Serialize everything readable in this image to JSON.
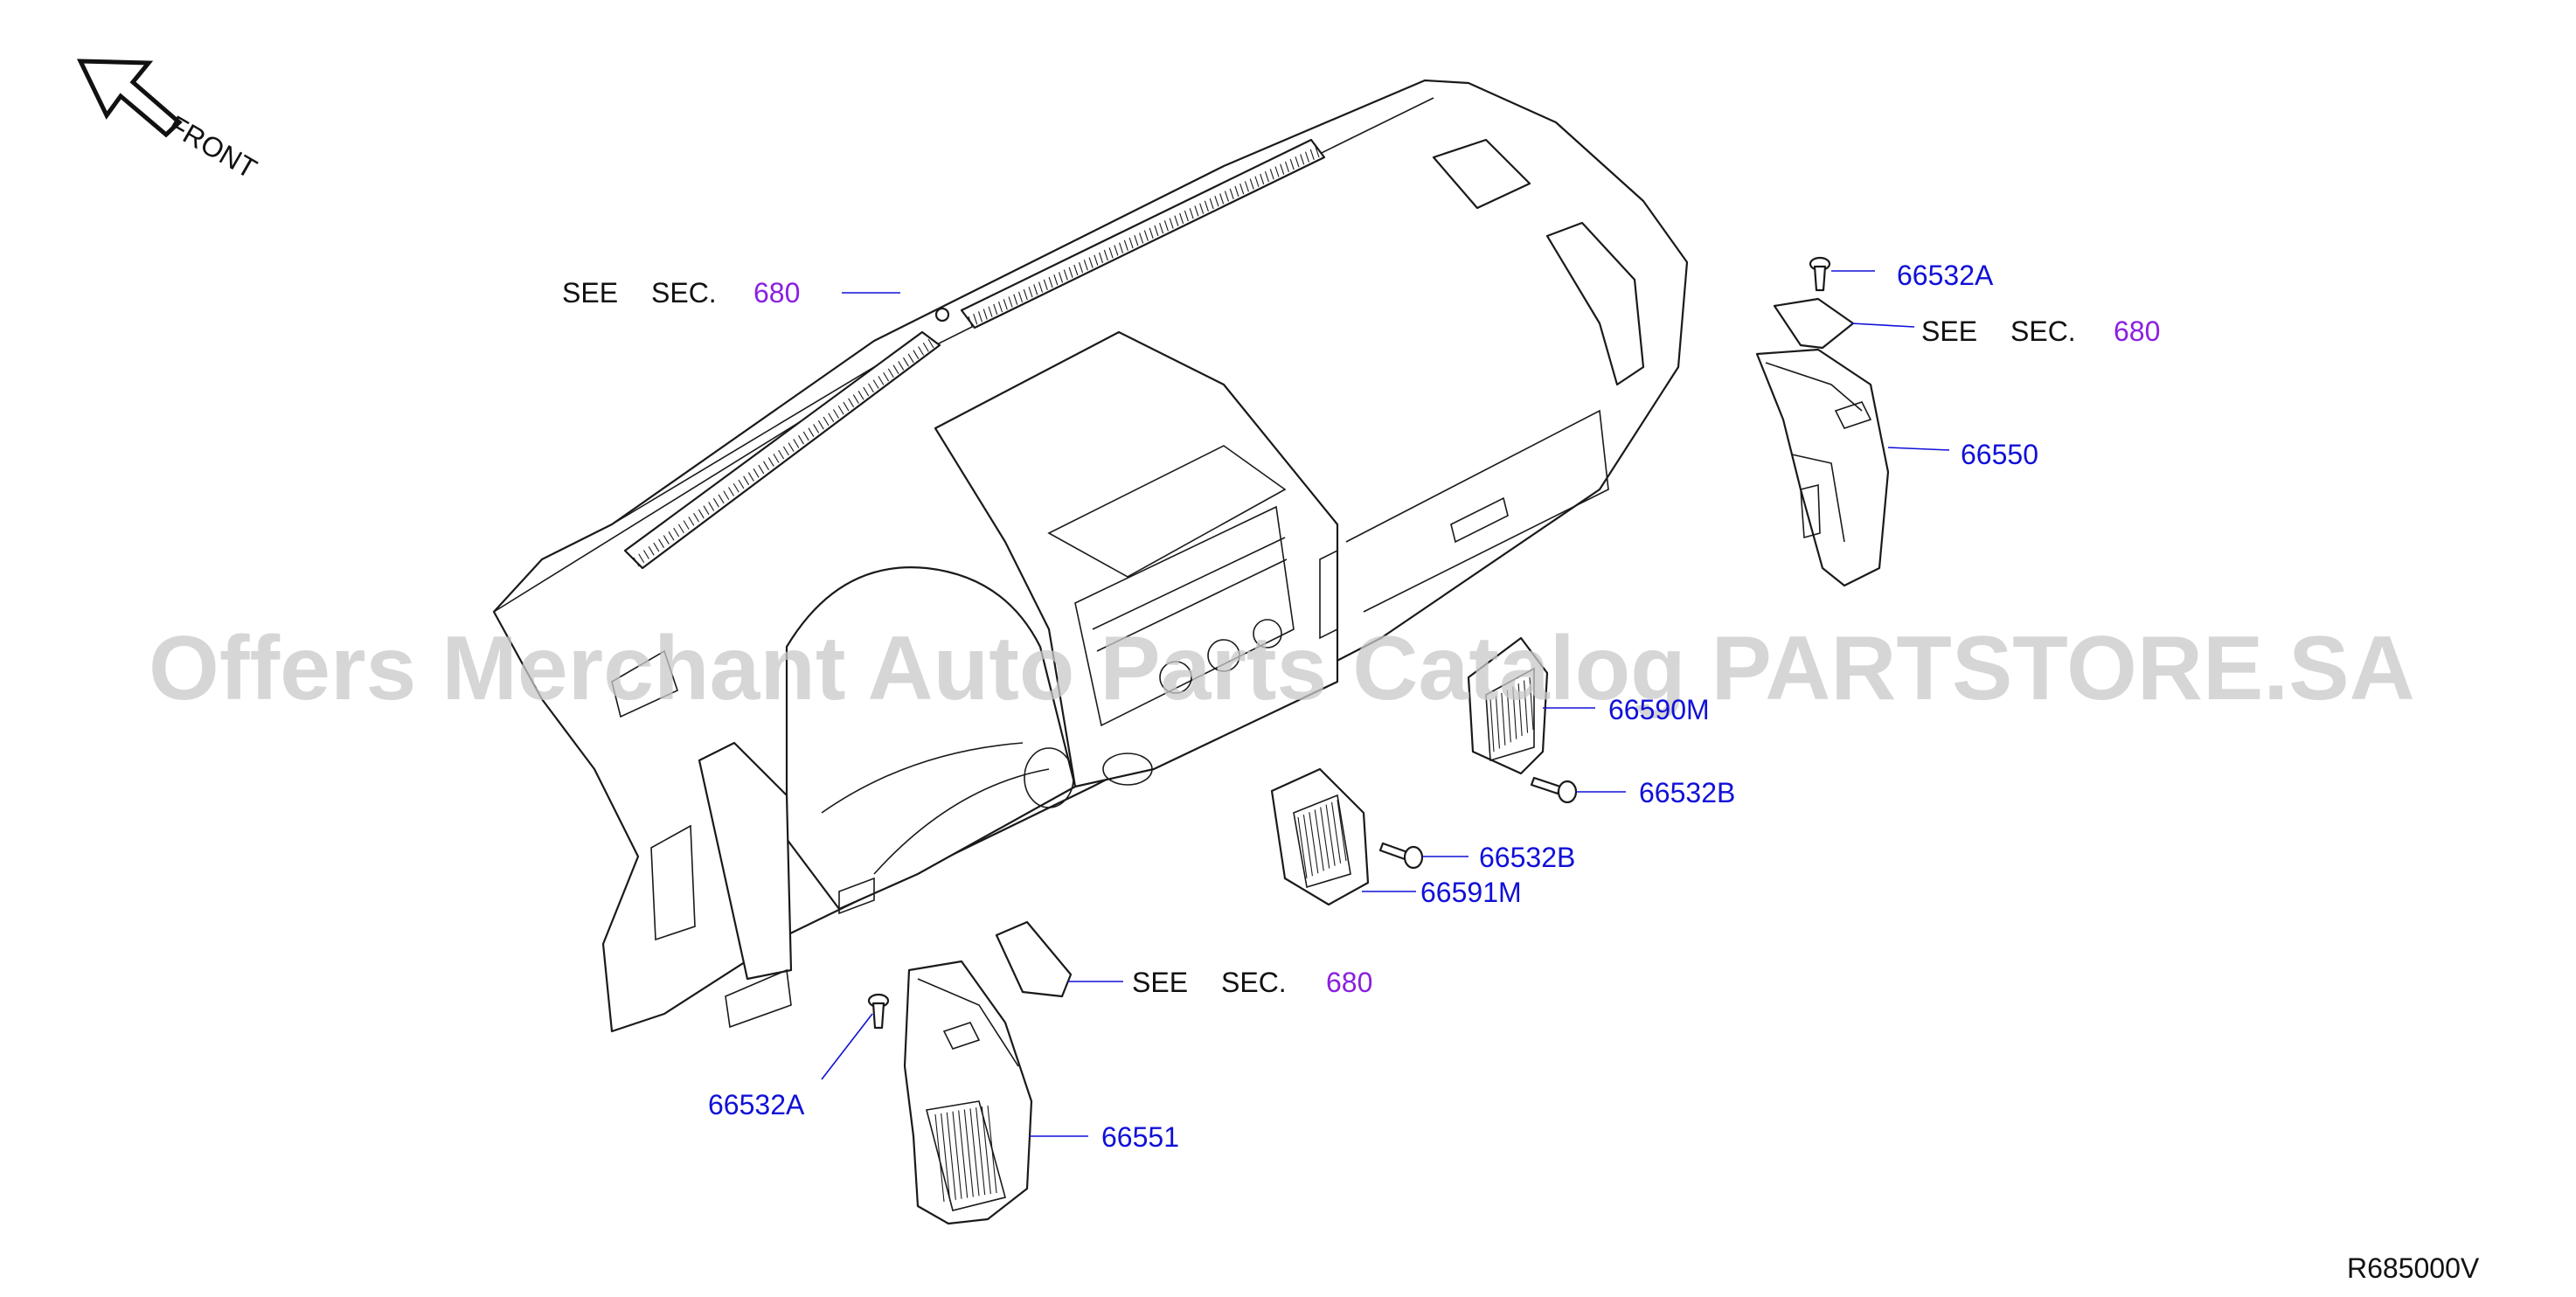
{
  "front_label": "FRONT",
  "watermark": "Offers Merchant Auto Parts Catalog PARTSTORE.SA",
  "diagram_code": "R685000V",
  "see_sec_word": "SEE",
  "see_sec_abbr": "SEC.",
  "callouts": {
    "see_sec_top": "680",
    "see_sec_right": "680",
    "see_sec_bottom": "680",
    "p66532A_top": "66532A",
    "p66550": "66550",
    "p66590M": "66590M",
    "p66532B_upper": "66532B",
    "p66532B_lower": "66532B",
    "p66591M": "66591M",
    "p66532A_bottom": "66532A",
    "p66551": "66551"
  },
  "colors": {
    "part_number": "#1010d8",
    "section_ref": "#8a1fe0",
    "text": "#111111",
    "watermark": "#c9c9c9"
  }
}
